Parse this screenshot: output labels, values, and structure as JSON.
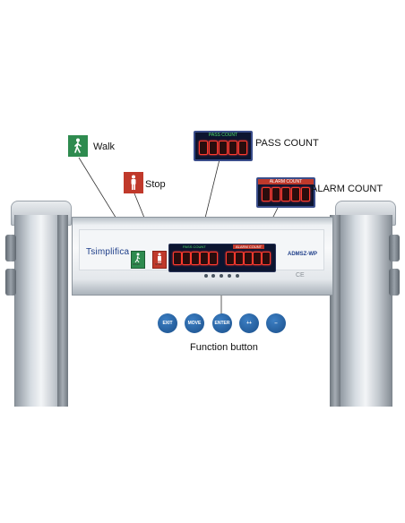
{
  "labels": {
    "walk": "Walk",
    "stop": "Stop",
    "pass_count": "PASS COUNT",
    "alarm_count": "ALARM COUNT",
    "function_button": "Function button"
  },
  "device": {
    "brand": "Tsimplifica",
    "model": "ADMSZ-WP",
    "ce_mark": "CE",
    "panel_pass_title": "PASS COUNT",
    "panel_alarm_title": "ALARM COUNT",
    "mini_walk": "WALK",
    "mini_stop": "STOP",
    "pass_digits": "00000",
    "alarm_digits": "00000"
  },
  "callouts": {
    "pass_caption": "PASS COUNT",
    "alarm_caption": "ALARM COUNT",
    "pass_digits": "00000",
    "alarm_digits": "00000"
  },
  "buttons": [
    "EXIT",
    "MOVE",
    "ENTER",
    "++",
    "--"
  ],
  "colors": {
    "walk_green": "#2e8b4f",
    "stop_red": "#c0392b",
    "display_bg": "#0c1530",
    "segment_red": "#ff3a2e",
    "button_blue": "#1a4f8a"
  }
}
